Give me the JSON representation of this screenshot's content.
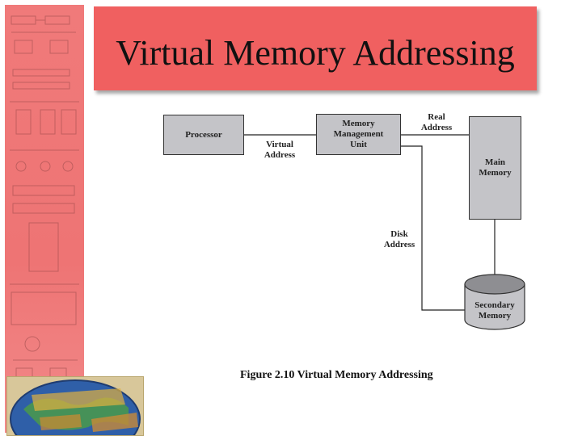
{
  "slide": {
    "title": "Virtual Memory Addressing"
  },
  "diagram": {
    "processor": "Processor",
    "mmu": [
      "Memory",
      "Management",
      "Unit"
    ],
    "main_memory": [
      "Main",
      "Memory"
    ],
    "secondary_memory": [
      "Secondary",
      "Memory"
    ],
    "virtual_address": [
      "Virtual",
      "Address"
    ],
    "real_address": [
      "Real",
      "Address"
    ],
    "disk_address": [
      "Disk",
      "Address"
    ],
    "caption": "Figure 2.10   Virtual Memory Addressing"
  },
  "colors": {
    "title_bar": "#f06060",
    "sidebar": "#f07a7a",
    "box_fill": "#c4c4c8"
  }
}
